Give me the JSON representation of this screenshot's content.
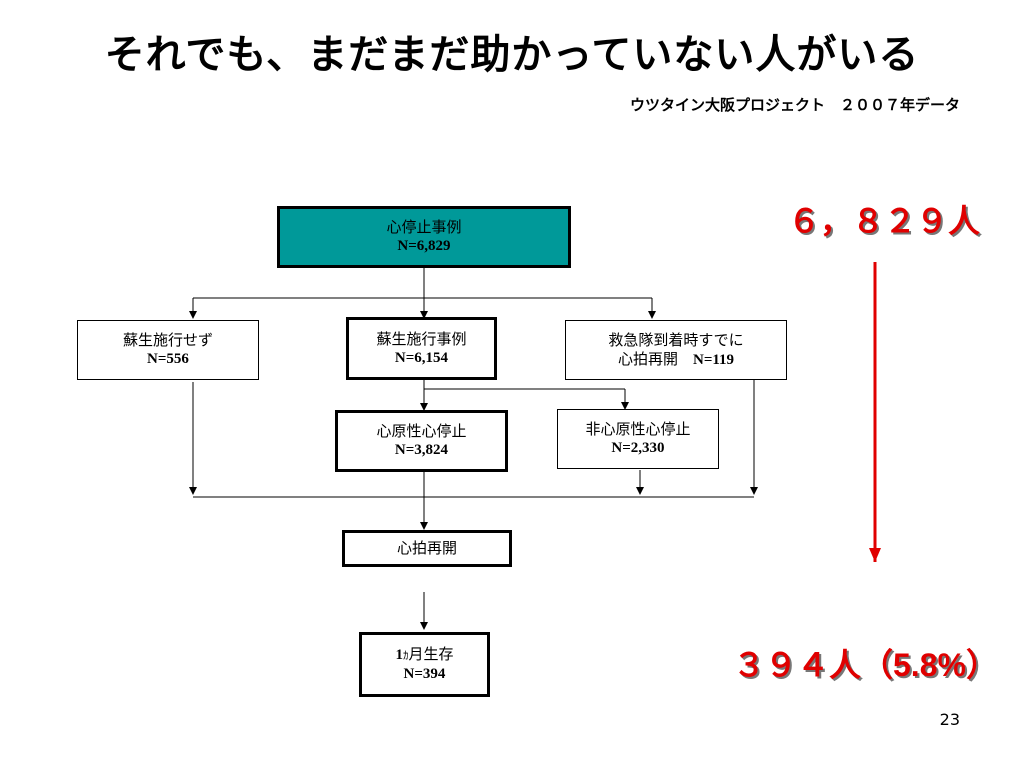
{
  "slide": {
    "title": "それでも、まだまだ助かっていない人がいる",
    "subtitle": "ウツタイン大阪プロジェクト　２００７年データ",
    "page_number": "23"
  },
  "flow": {
    "root": {
      "label": "心停止事例",
      "n": "N=6,829"
    },
    "no_cpr": {
      "label": "蘇生施行せず",
      "n": "N=556"
    },
    "cpr": {
      "label": "蘇生施行事例",
      "n": "N=6,154"
    },
    "rosc_on_arrival": {
      "label1": "救急隊到着時すでに",
      "label2": "心拍再開",
      "n": "N=119"
    },
    "cardiac": {
      "label": "心原性心停止",
      "n": "N=3,824"
    },
    "noncardiac": {
      "label": "非心原性心停止",
      "n": "N=2,330"
    },
    "rosc": {
      "label": "心拍再開"
    },
    "survival": {
      "label_num": "1",
      "label_small": "ｶ",
      "label_rest": "月生存",
      "n": "N=394"
    }
  },
  "callouts": {
    "total": "６，８２９人",
    "survivors": "３９４人（5.8%）"
  },
  "colors": {
    "teal": "#009999",
    "red": "#e00000"
  }
}
